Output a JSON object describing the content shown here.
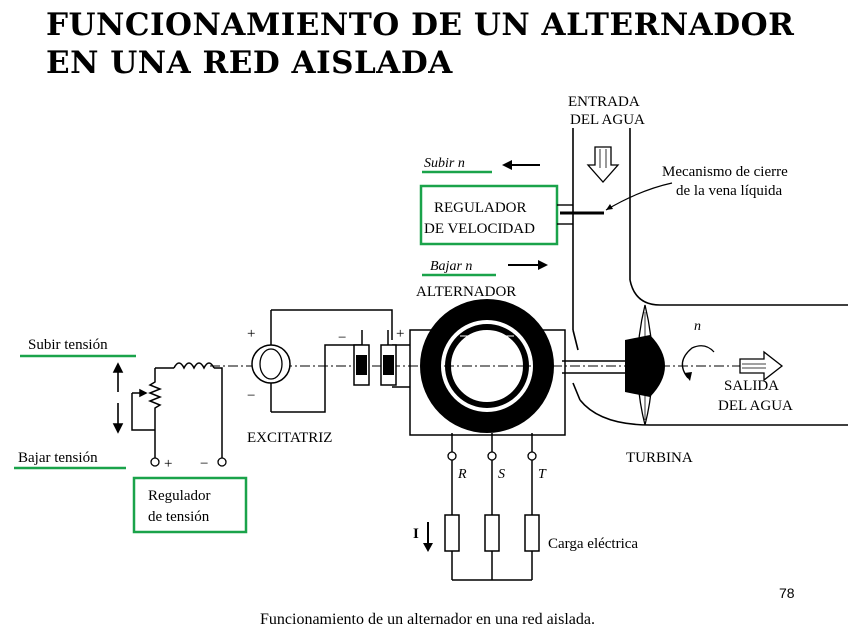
{
  "title": {
    "line1": "FUNCIONAMIENTO DE UN ALTERNADOR",
    "line2": "EN UNA RED AISLADA"
  },
  "labels": {
    "entrada_1": "ENTRADA",
    "entrada_2": "DEL AGUA",
    "subir_n": "Subir n",
    "bajar_n": "Bajar n",
    "mecanismo_1": "Mecanismo de cierre",
    "mecanismo_2": "de la vena líquida",
    "regulador_vel_1": "REGULADOR",
    "regulador_vel_2": "DE VELOCIDAD",
    "alternador": "ALTERNADOR",
    "n": "n",
    "salida_1": "SALIDA",
    "salida_2": "DEL AGUA",
    "turbina": "TURBINA",
    "excitatriz": "EXCITATRIZ",
    "subir_tension": "Subir tensión",
    "bajar_tension": "Bajar tensión",
    "regulador_ten_1": "Regulador",
    "regulador_ten_2": "de tensión",
    "plus": "+",
    "minus": "−",
    "phase_r": "R",
    "phase_s": "S",
    "phase_t": "T",
    "current": "I",
    "carga": "Carga eléctrica"
  },
  "page_number": "78",
  "caption": "Funcionamiento de un alternador en una red aislada.",
  "colors": {
    "highlight": "#1aa34a",
    "ink": "#000000"
  }
}
